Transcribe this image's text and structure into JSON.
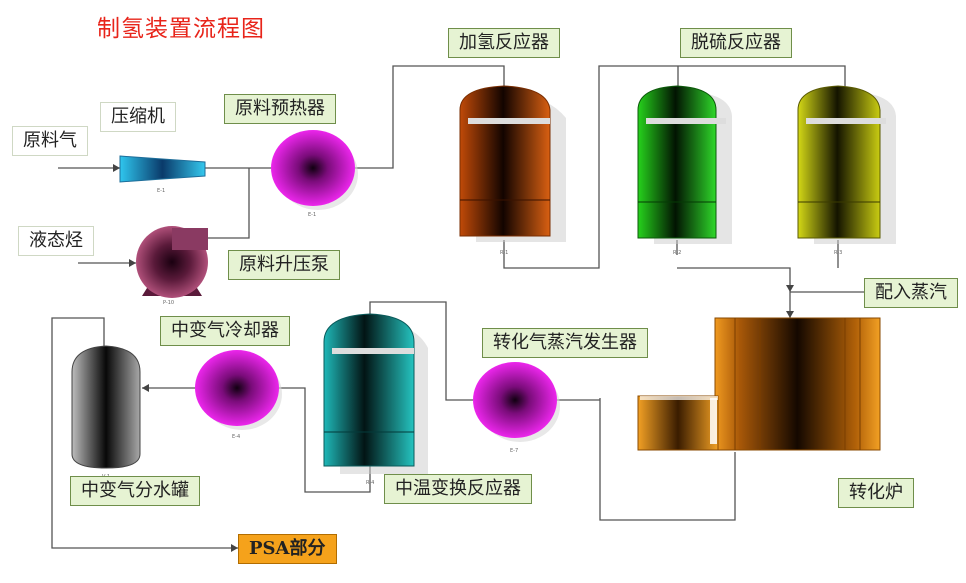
{
  "title": "制氢装置流程图",
  "labels": {
    "raw_gas": "原料气",
    "compressor": "压缩机",
    "liquid_hydrocarbon": "液态烃",
    "feed_preheater": "原料预热器",
    "feed_booster_pump": "原料升压泵",
    "hydrogenation_reactor": "加氢反应器",
    "desulfurization_reactor": "脱硫反应器",
    "steam_injection": "配入蒸汽",
    "shift_gas_cooler": "中变气冷却器",
    "converted_gas_steam_generator": "转化气蒸汽发生器",
    "shift_gas_separator": "中变气分水罐",
    "medium_temp_shift_reactor": "中温变换反应器",
    "reformer": "转化炉",
    "psa": "PSA部分"
  },
  "colors": {
    "title": "#e8241a",
    "label_fill": "#e6f3d3",
    "psa_fill": "#f5a21b",
    "flow_line": "#555555",
    "hydrogenation_reactor": "#c8520a",
    "desulfurization_reactor_1": "#22c81e",
    "desulfurization_reactor_2": "#c6cc10",
    "shift_reactor": "#1fb3b0",
    "heat_exchanger": "#e61ee6",
    "compressor": "#29b8e3",
    "pump": "#8a2d5a",
    "separator": "#9a9a9a",
    "reformer": "#e88a10"
  }
}
